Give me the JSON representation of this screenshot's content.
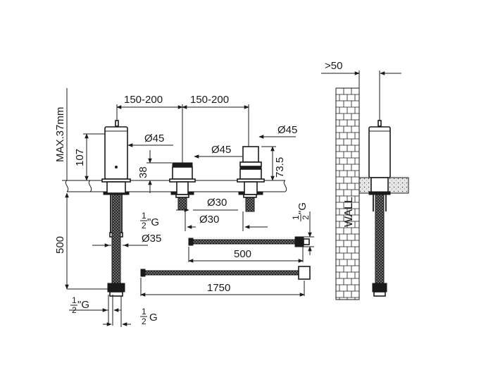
{
  "dimensions": {
    "spacing_left": "150-200",
    "spacing_right": "150-200",
    "max_height": "MAX.37mm",
    "height_107": "107",
    "height_38": "38",
    "height_73_5": "73.5",
    "height_500": "500",
    "dia_45_left": "Ø45",
    "dia_45_mid": "Ø45",
    "dia_45_right": "Ø45",
    "dia_30_top": "Ø30",
    "dia_30_bottom": "Ø30",
    "dia_35": "Ø35",
    "hose_500": "500",
    "hose_1750": "1750",
    "wall_clearance": ">50"
  },
  "thread_labels": {
    "numerator": "1",
    "denominator": "2",
    "suffix": "\"G",
    "suffix_short": "G"
  },
  "wall": {
    "label": "WALL"
  }
}
